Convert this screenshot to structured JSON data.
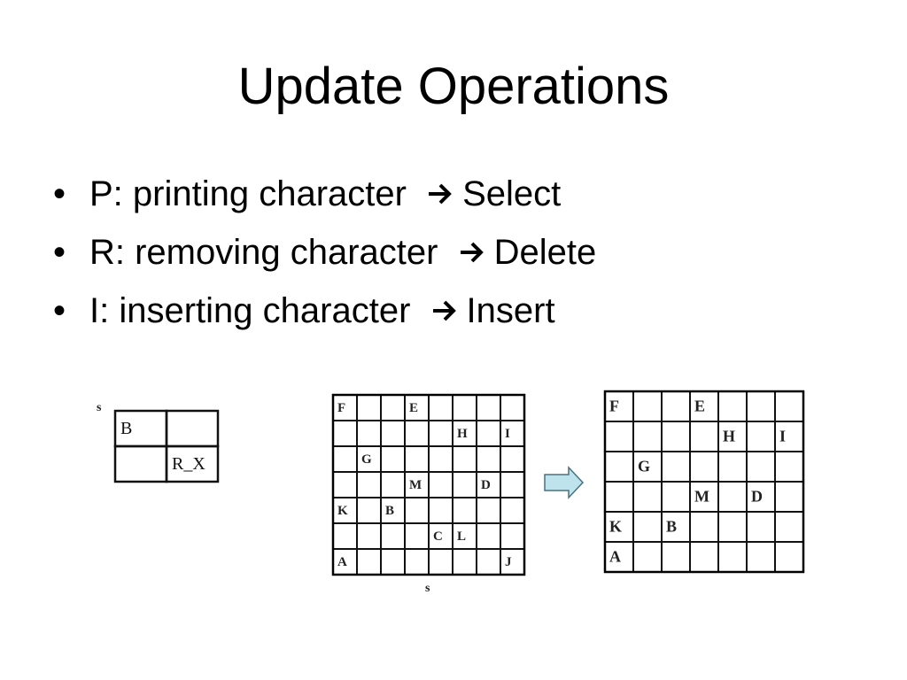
{
  "slide": {
    "title": "Update Operations",
    "bullets": [
      {
        "key": "P: printing character",
        "op": "Select"
      },
      {
        "key": "R: removing character",
        "op": "Delete"
      },
      {
        "key": "I: inserting character",
        "op": "Insert"
      }
    ]
  },
  "figures": {
    "small_grid": {
      "label_s": "s",
      "cells": [
        "B",
        "",
        "",
        "R_X"
      ]
    },
    "before_grid": {
      "label_s": "s",
      "rows": [
        [
          "F",
          "",
          "",
          "E",
          "",
          "",
          "",
          ""
        ],
        [
          "",
          "",
          "",
          "",
          "",
          "H",
          "",
          "I"
        ],
        [
          "",
          "G",
          "",
          "",
          "",
          "",
          "",
          ""
        ],
        [
          "",
          "",
          "",
          "M",
          "",
          "",
          "D",
          ""
        ],
        [
          "K",
          "",
          "B",
          "",
          "",
          "",
          "",
          ""
        ],
        [
          "",
          "",
          "",
          "",
          "C",
          "L",
          "",
          ""
        ],
        [
          "A",
          "",
          "",
          "",
          "",
          "",
          "",
          "J"
        ]
      ]
    },
    "after_grid": {
      "rows": [
        [
          "F",
          "",
          "",
          "E",
          "",
          "",
          ""
        ],
        [
          "",
          "",
          "",
          "",
          "H",
          "",
          "I"
        ],
        [
          "",
          "G",
          "",
          "",
          "",
          "",
          ""
        ],
        [
          "",
          "",
          "",
          "M",
          "",
          "D",
          ""
        ],
        [
          "K",
          "",
          "B",
          "",
          "",
          "",
          ""
        ],
        [
          "A",
          "",
          "",
          "",
          "",
          "",
          ""
        ]
      ]
    }
  }
}
